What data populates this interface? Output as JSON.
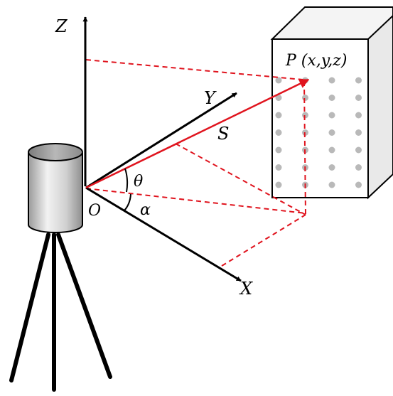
{
  "labels": {
    "axis_z": "Z",
    "axis_y": "Y",
    "axis_x": "X",
    "origin": "O",
    "theta": "θ",
    "alpha": "α",
    "range": "S",
    "point": "P (x,y,z)"
  },
  "colors": {
    "axis": "#000000",
    "measurement": "#e0141e",
    "box_front": "#ffffff",
    "box_side": "#e9e9e9",
    "box_top": "#f4f4f4",
    "dots": "#b9b9b9"
  },
  "dot_grid": {
    "rows": 7,
    "cols": 4
  }
}
